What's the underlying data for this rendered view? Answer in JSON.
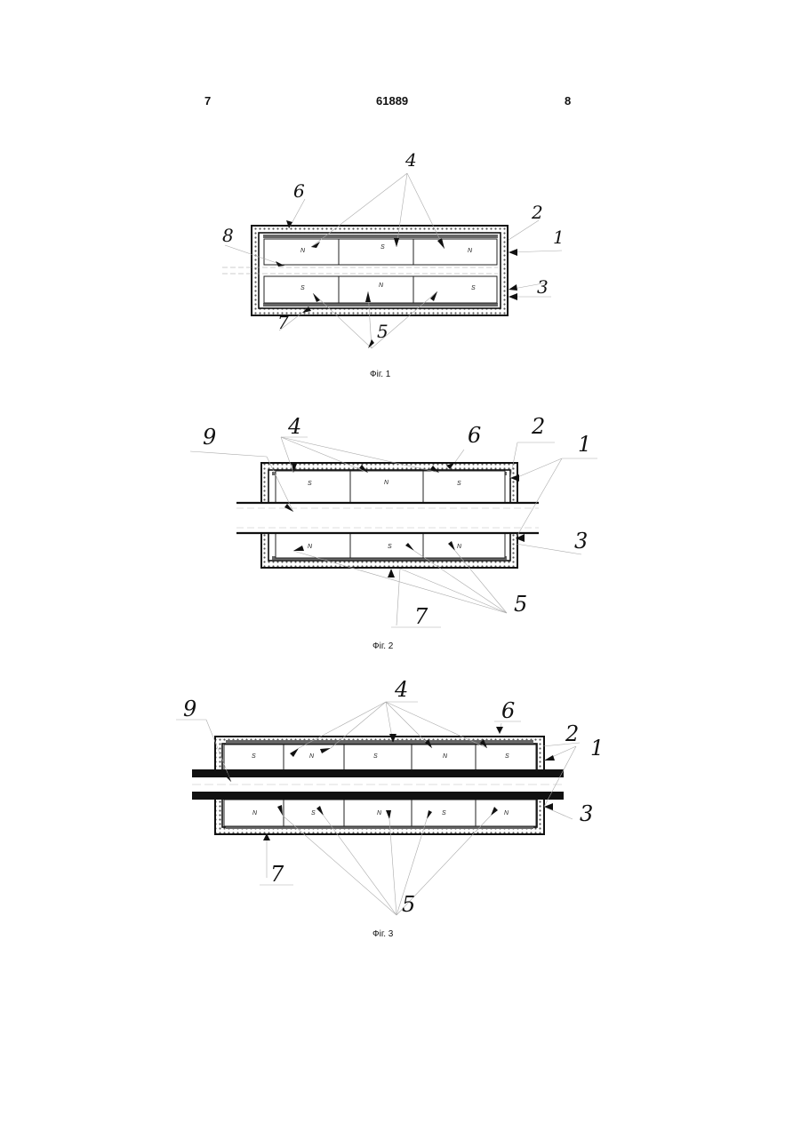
{
  "header": {
    "page_left": "7",
    "patent_number": "61889",
    "page_right": "8"
  },
  "figures": [
    {
      "caption": "Фіг. 1",
      "top_poles": [
        "N",
        "S",
        "N"
      ],
      "bottom_poles": [
        "S",
        "N",
        "S"
      ],
      "labels": {
        "l1": "1",
        "l2": "2",
        "l3": "3",
        "l4": "4",
        "l5": "5",
        "l6": "6",
        "l7": "7",
        "l8": "8"
      }
    },
    {
      "caption": "Фіг. 2",
      "top_poles": [
        "S",
        "N",
        "S"
      ],
      "bottom_poles": [
        "N",
        "S",
        "N"
      ],
      "labels": {
        "l1": "1",
        "l2": "2",
        "l3": "3",
        "l4": "4",
        "l5": "5",
        "l6": "6",
        "l7": "7",
        "l9": "9"
      }
    },
    {
      "caption": "Фіг. 3",
      "top_poles": [
        "S",
        "N",
        "S",
        "N",
        "S"
      ],
      "bottom_poles": [
        "N",
        "S",
        "N",
        "S",
        "N"
      ],
      "labels": {
        "l1": "1",
        "l2": "2",
        "l3": "3",
        "l4": "4",
        "l5": "5",
        "l6": "6",
        "l7": "7",
        "l9": "9"
      }
    }
  ]
}
